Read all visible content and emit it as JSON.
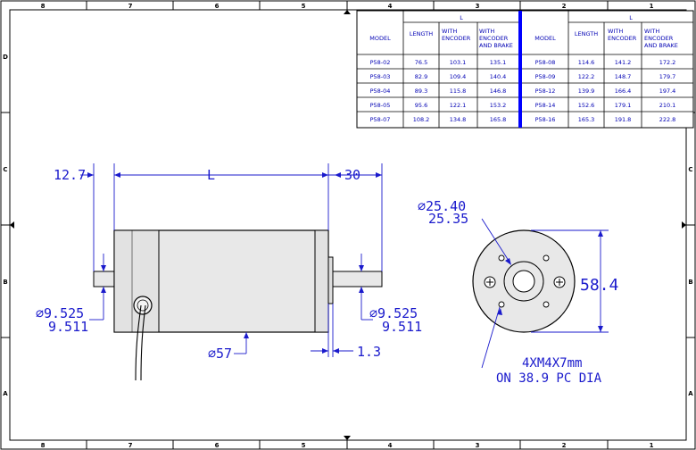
{
  "border": {
    "top_zones": [
      "8",
      "7",
      "6",
      "5",
      "4",
      "3",
      "2",
      "1"
    ],
    "bottom_zones": [
      "8",
      "7",
      "6",
      "5",
      "4",
      "3",
      "2",
      "1"
    ],
    "left_zones": [
      "D",
      "C",
      "B",
      "A"
    ],
    "right_zones": [
      "D",
      "C",
      "B",
      "A"
    ]
  },
  "table": {
    "header_L": "L",
    "col_model": "MODEL",
    "col_length": "LENGTH",
    "col_encoder": [
      "WITH",
      "ENCODER"
    ],
    "col_enc_brake": [
      "WITH",
      "ENCODER",
      "AND BRAKE"
    ],
    "left_rows": [
      [
        "P58-02",
        "76.5",
        "103.1",
        "135.1"
      ],
      [
        "P58-03",
        "82.9",
        "109.4",
        "140.4"
      ],
      [
        "P58-04",
        "89.3",
        "115.8",
        "146.8"
      ],
      [
        "P58-05",
        "95.6",
        "122.1",
        "153.2"
      ],
      [
        "P58-07",
        "108.2",
        "134.8",
        "165.8"
      ]
    ],
    "right_rows": [
      [
        "P58-08",
        "114.6",
        "141.2",
        "172.2"
      ],
      [
        "P58-09",
        "122.2",
        "148.7",
        "179.7"
      ],
      [
        "P58-12",
        "139.9",
        "166.4",
        "197.4"
      ],
      [
        "P58-14",
        "152.6",
        "179.1",
        "210.1"
      ],
      [
        "P58-16",
        "165.3",
        "191.8",
        "222.8"
      ]
    ]
  },
  "dimensions": {
    "shaft_ext_left": "12.7",
    "body_length": "L",
    "shaft_ext_right": "30",
    "shaft_dia_left": [
      "⌀9.525",
      "9.511"
    ],
    "shaft_dia_right": [
      "⌀9.525",
      "9.511"
    ],
    "body_dia": "⌀57",
    "flange_thk": "1.3",
    "pilot_dia": [
      "⌀25.40",
      "25.35"
    ],
    "face_height": "58.4",
    "holes": [
      "4XM4X7mm",
      "ON 38.9 PC DIA"
    ]
  },
  "colors": {
    "ink": "#000000",
    "dimension": "#1a1acc",
    "table_text": "#0000b4",
    "divider": "#0000ff",
    "body_fill": "#e8e8e8"
  }
}
